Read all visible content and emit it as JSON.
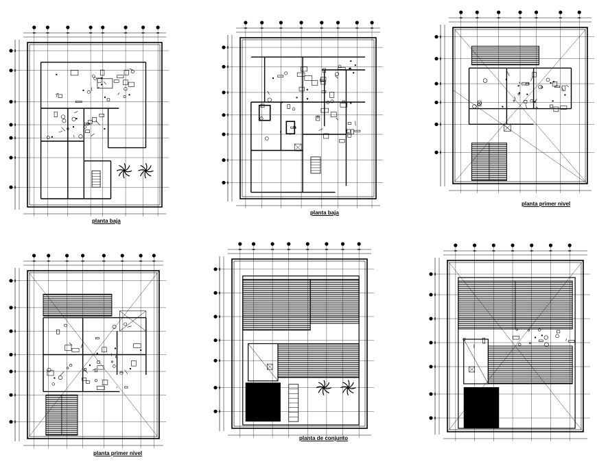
{
  "sheet": {
    "background": "#ffffff",
    "ink": "#000000",
    "plans": [
      {
        "label": "planta baja",
        "style": "ground_a"
      },
      {
        "label": "planta baja",
        "style": "ground_b"
      },
      {
        "label": "planta primer nivel",
        "style": "upper_a"
      },
      {
        "label": "planta primer nivel",
        "style": "upper_b"
      },
      {
        "label": "planta de conjunto",
        "style": "roof_a"
      },
      {
        "label": "",
        "style": "roof_b"
      }
    ]
  }
}
